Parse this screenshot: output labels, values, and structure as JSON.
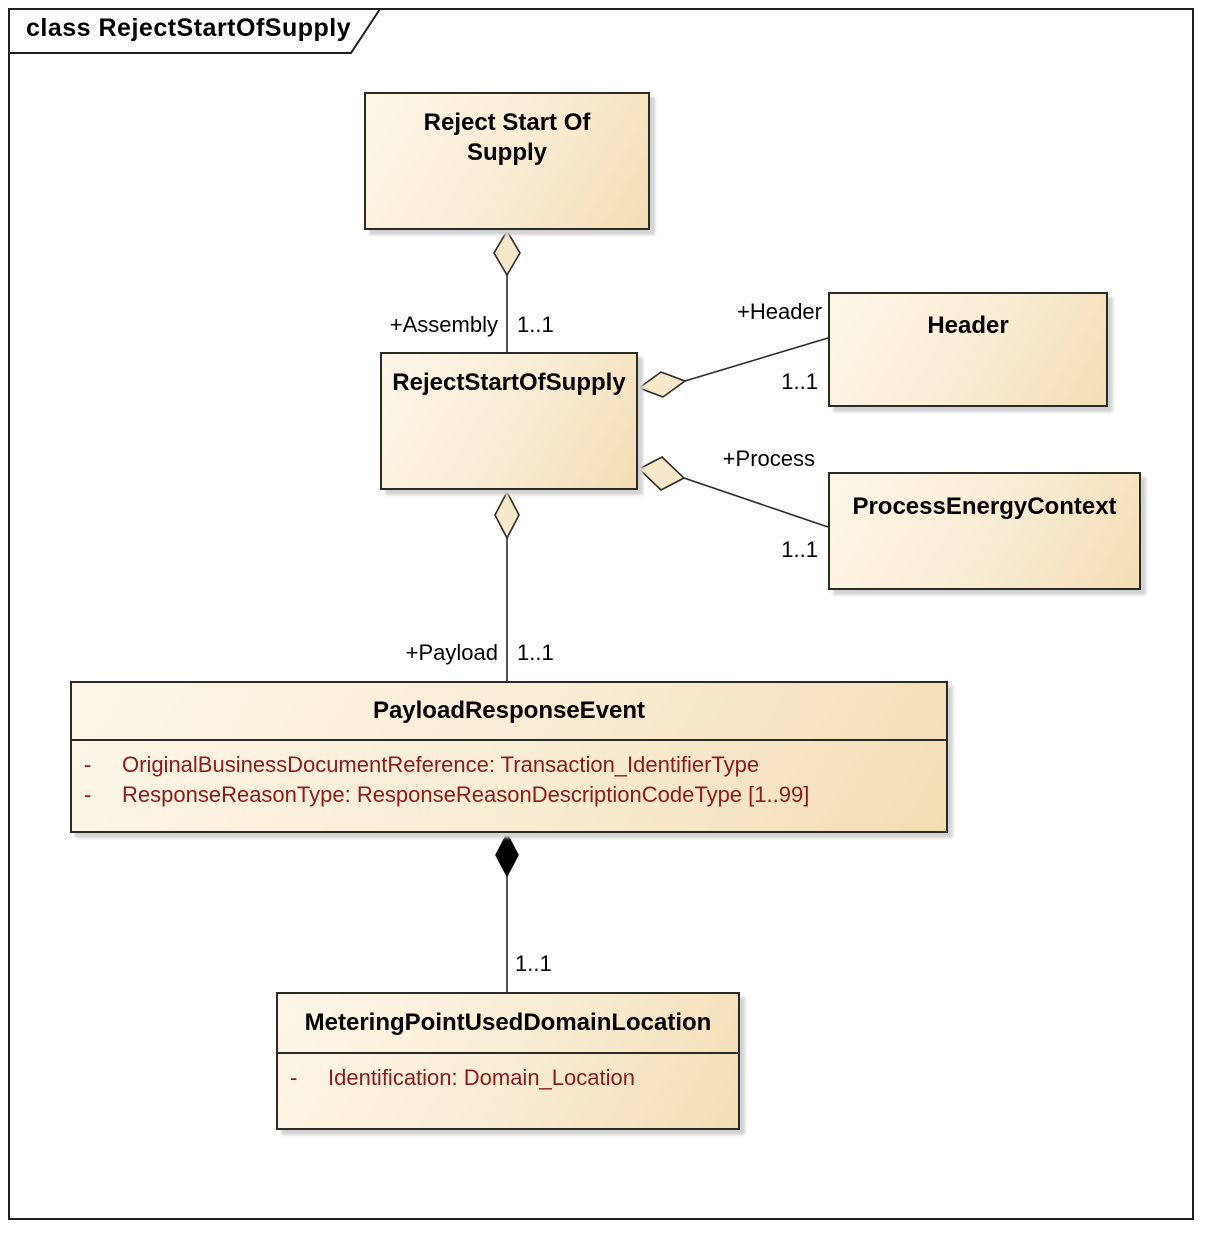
{
  "frame": {
    "title": "class RejectStartOfSupply"
  },
  "classes": {
    "reject_start_of_supply_doc": {
      "name": "Reject Start Of Supply"
    },
    "reject_start_of_supply": {
      "name": "RejectStartOfSupply"
    },
    "header": {
      "name": "Header"
    },
    "process_energy_context": {
      "name": "ProcessEnergyContext"
    },
    "payload_response_event": {
      "name": "PayloadResponseEvent",
      "attributes": [
        {
          "visibility": "-",
          "text": "OriginalBusinessDocumentReference: Transaction_IdentifierType"
        },
        {
          "visibility": "-",
          "text": "ResponseReasonType: ResponseReasonDescriptionCodeType [1..99]"
        }
      ]
    },
    "metering_point_used_domain_location": {
      "name": "MeteringPointUsedDomainLocation",
      "attributes": [
        {
          "visibility": "-",
          "text": "Identification: Domain_Location"
        }
      ]
    }
  },
  "relations": {
    "assembly": {
      "role": "+Assembly",
      "multiplicity": "1..1",
      "kind": "aggregation"
    },
    "header": {
      "role": "+Header",
      "multiplicity": "1..1",
      "kind": "aggregation"
    },
    "process": {
      "role": "+Process",
      "multiplicity": "1..1",
      "kind": "aggregation"
    },
    "payload": {
      "role": "+Payload",
      "multiplicity": "1..1",
      "kind": "aggregation"
    },
    "metering": {
      "multiplicity": "1..1",
      "kind": "composition"
    }
  },
  "colors": {
    "background": "#ffffff",
    "frame_border": "#1f1f1f",
    "box_border": "#2b2b26",
    "box_fill_light": "#fdf6e8",
    "box_fill_mid": "#f9ecd3",
    "box_fill_dark": "#f3ddb4",
    "diamond_fill": "#f8e8cb",
    "composition_fill": "#000000",
    "attribute_text": "#8b1a1a",
    "shadow": "#d2d2d2"
  }
}
